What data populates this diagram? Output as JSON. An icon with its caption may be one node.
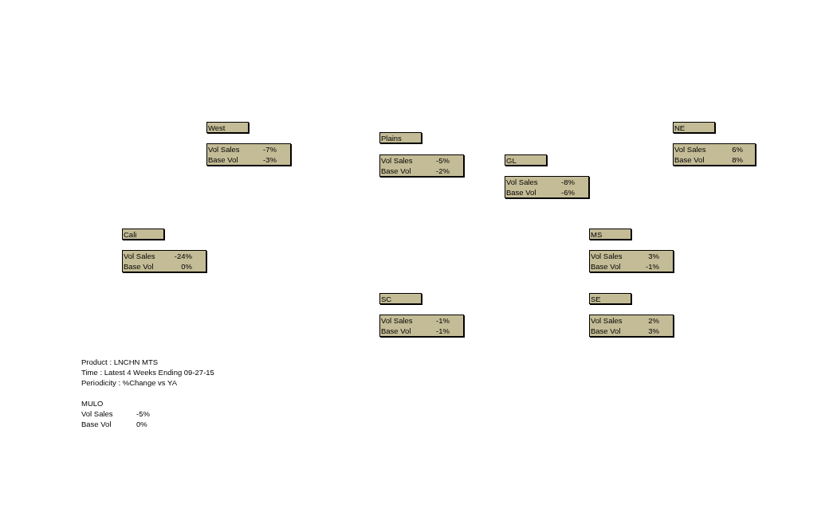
{
  "diagram": {
    "nodes": [
      {
        "text": [
          "West"
        ]
      },
      {
        "text": [
          "Vol Sales",
          "-7%",
          "Base Vol",
          "-3%"
        ]
      },
      {
        "text": [
          "Plains"
        ]
      },
      {
        "text": [
          "Vol Sales",
          "-5%",
          "Base Vol",
          "-2%"
        ]
      },
      {
        "text": [
          "GL"
        ]
      },
      {
        "text": [
          "Vol Sales",
          "-8%",
          "Base Vol",
          "-6%"
        ]
      },
      {
        "text": [
          "NE"
        ]
      },
      {
        "text": [
          "Vol Sales",
          "6%",
          "Base Vol",
          "8%"
        ]
      },
      {
        "text": [
          "Cali"
        ]
      },
      {
        "text": [
          "Vol Sales",
          "-24%",
          "Base Vol",
          "0%"
        ]
      },
      {
        "text": [
          "MS"
        ]
      },
      {
        "text": [
          "Vol Sales",
          "3%",
          "Base Vol",
          "-1%"
        ]
      },
      {
        "text": [
          "SC"
        ]
      },
      {
        "text": [
          "Vol Sales",
          "-1%",
          "Base Vol",
          "-1%"
        ]
      },
      {
        "text": [
          "SE"
        ]
      },
      {
        "text": [
          "Vol Sales",
          "2%",
          "Base Vol",
          "3%"
        ]
      }
    ],
    "labels": [
      "Product : LNCHN MTS",
      "Time : Latest 4 Weeks Ending 09-27-15",
      "Periodicity : %Change vs YA",
      "MULO",
      "Vol Sales",
      "-5%",
      "Base Vol",
      "0%"
    ]
  }
}
